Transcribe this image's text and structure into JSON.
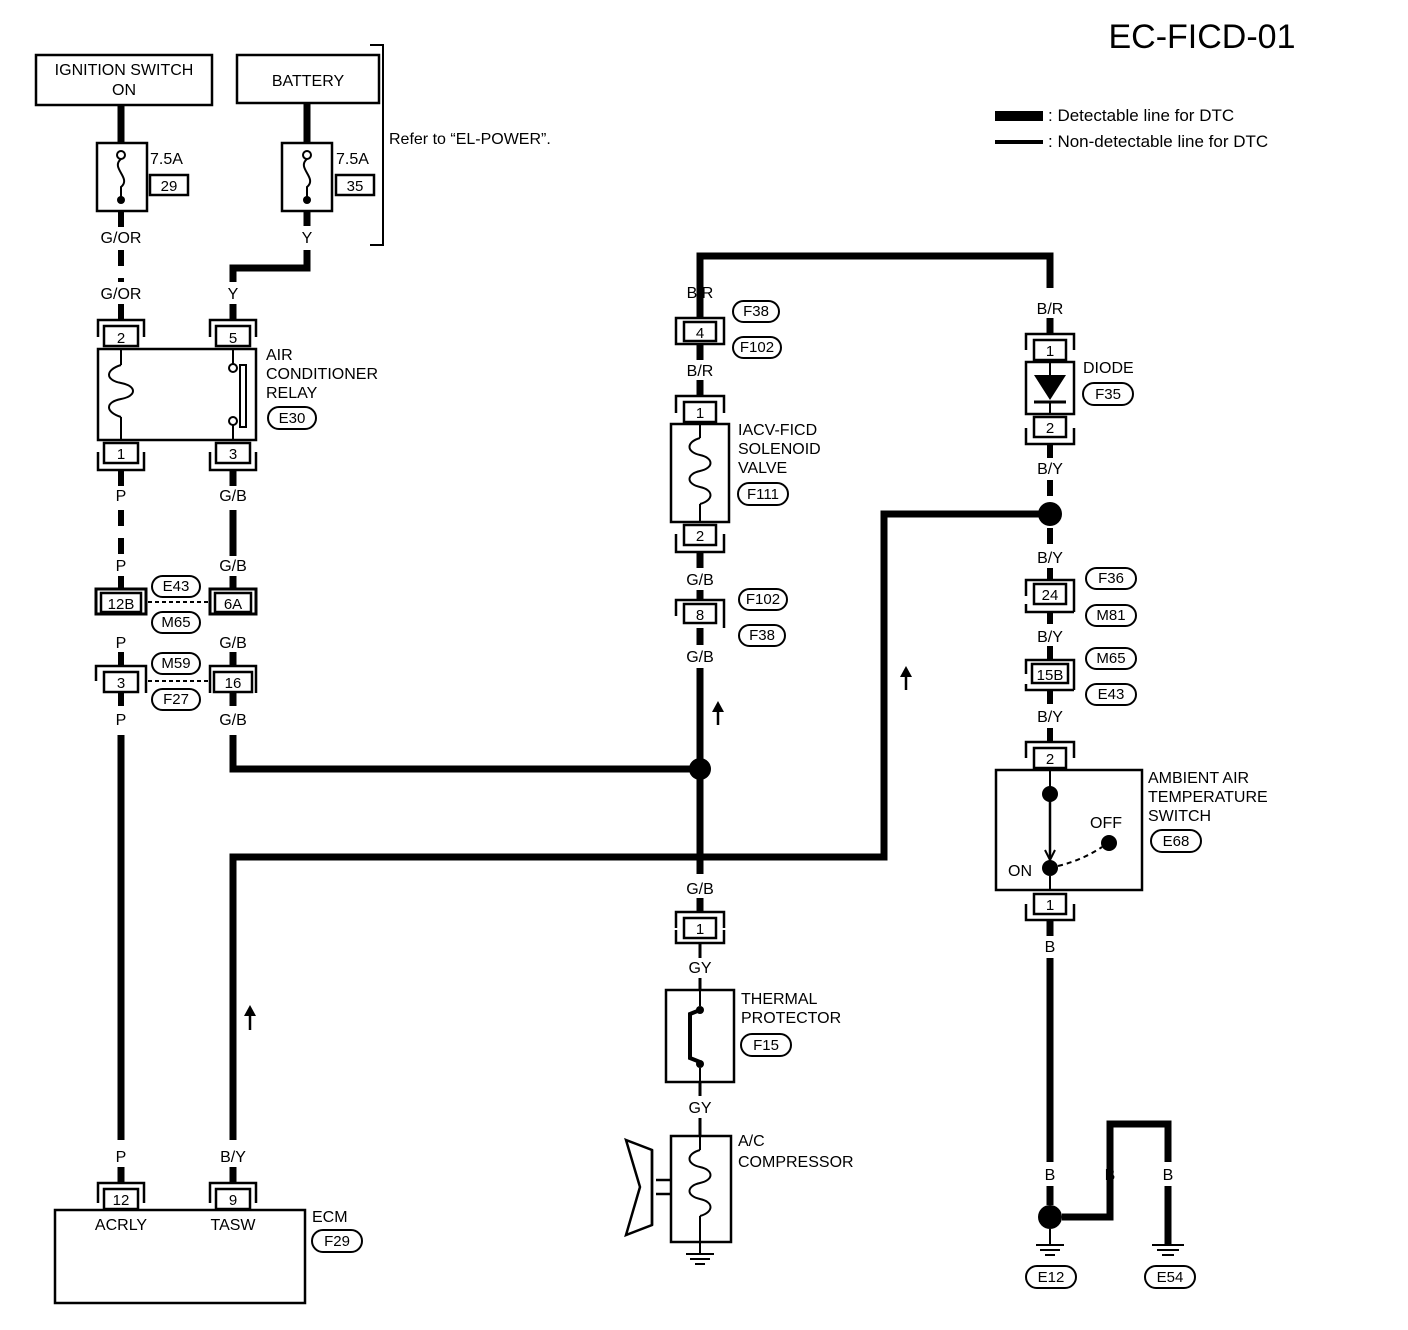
{
  "diagram_id": "EC-FICD-01",
  "legend": {
    "detectable": ": Detectable line for DTC",
    "non_detectable": ": Non-detectable line for DTC"
  },
  "components": {
    "ignition": {
      "line1": "IGNITION SWITCH",
      "line2": "ON"
    },
    "battery": {
      "label": "BATTERY"
    },
    "refer_note": "Refer to “EL-POWER”.",
    "fuse1": {
      "rating": "7.5A",
      "number": "29"
    },
    "fuse2": {
      "rating": "7.5A",
      "number": "35"
    },
    "ac_relay": {
      "line1": "AIR",
      "line2": "CONDITIONER",
      "line3": "RELAY",
      "connector": "E30",
      "pins": [
        "2",
        "5",
        "1",
        "3"
      ]
    },
    "iacv": {
      "line1": "IACV-FICD",
      "line2": "SOLENOID",
      "line3": "VALVE",
      "connector": "F111",
      "pins": [
        "1",
        "2"
      ]
    },
    "diode": {
      "label": "DIODE",
      "connector": "F35",
      "pins": [
        "1",
        "2"
      ]
    },
    "ambient": {
      "line1": "AMBIENT AIR",
      "line2": "TEMPERATURE",
      "line3": "SWITCH",
      "connector": "E68",
      "off": "OFF",
      "on": "ON",
      "pins": [
        "2",
        "1"
      ]
    },
    "thermal": {
      "line1": "THERMAL",
      "line2": "PROTECTOR",
      "connector": "F15"
    },
    "compressor": {
      "line1": "A/C",
      "line2": "COMPRESSOR"
    },
    "ecm": {
      "label": "ECM",
      "connector": "F29",
      "pin1": "12",
      "pin1_name": "ACRLY",
      "pin2": "9",
      "pin2_name": "TASW"
    }
  },
  "wires": {
    "g_or": "G/OR",
    "y": "Y",
    "p": "P",
    "g_b": "G/B",
    "b_r": "B/R",
    "b_y": "B/Y",
    "gy": "GY",
    "b": "B"
  },
  "connectors": {
    "e43": "E43",
    "m65": "M65",
    "m59": "M59",
    "f27": "F27",
    "f38": "F38",
    "f102": "F102",
    "f36": "F36",
    "m81": "M81",
    "e12": "E12",
    "e54": "E54",
    "pin_12b": "12B",
    "pin_6a": "6A",
    "pin_3": "3",
    "pin_16": "16",
    "pin_4": "4",
    "pin_8": "8",
    "pin_24": "24",
    "pin_15b": "15B",
    "pin_1": "1"
  }
}
